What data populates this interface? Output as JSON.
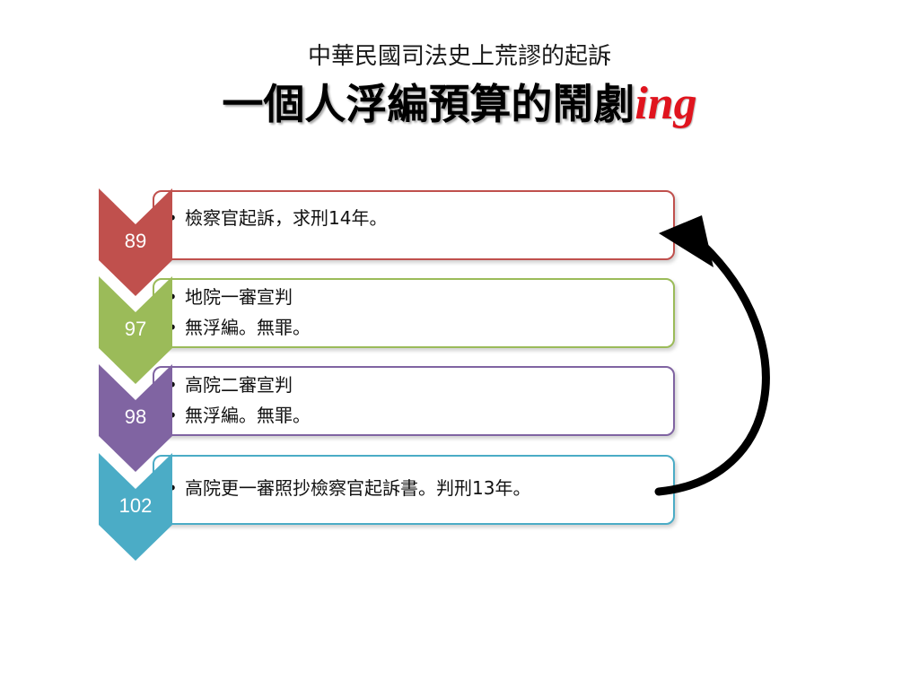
{
  "header": {
    "subtitle": "中華民國司法史上荒謬的起訴",
    "title": "一個人浮編預算的鬧劇",
    "title_accent": "ing"
  },
  "timeline": [
    {
      "year": "89",
      "color": "#c0504d",
      "items": [
        "檢察官起訴，求刑14年。"
      ]
    },
    {
      "year": "97",
      "color": "#9bbb59",
      "items": [
        "地院一審宣判",
        "無浮編。無罪。"
      ]
    },
    {
      "year": "98",
      "color": "#8064a2",
      "items": [
        "高院二審宣判",
        "無浮編。無罪。"
      ]
    },
    {
      "year": "102",
      "color": "#4bacc6",
      "items": [
        "高院更一審照抄檢察官起訴書。判刑13年。"
      ]
    }
  ],
  "arrow_icon": "curved-return-arrow-icon"
}
